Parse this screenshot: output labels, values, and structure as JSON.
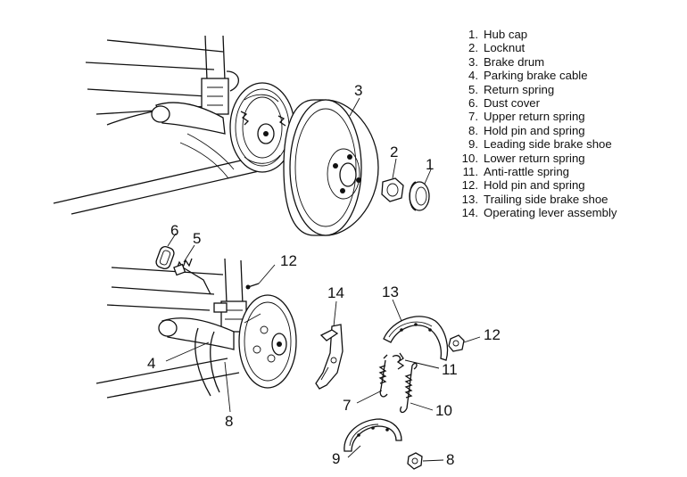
{
  "legend": [
    {
      "num": "1.",
      "label": "Hub cap"
    },
    {
      "num": "2.",
      "label": "Locknut"
    },
    {
      "num": "3.",
      "label": "Brake drum"
    },
    {
      "num": "4.",
      "label": "Parking brake cable"
    },
    {
      "num": "5.",
      "label": "Return spring"
    },
    {
      "num": "6.",
      "label": "Dust cover"
    },
    {
      "num": "7.",
      "label": "Upper return spring"
    },
    {
      "num": "8.",
      "label": "Hold pin and spring"
    },
    {
      "num": "9.",
      "label": "Leading side brake shoe"
    },
    {
      "num": "10.",
      "label": "Lower return spring"
    },
    {
      "num": "11.",
      "label": "Anti-rattle spring"
    },
    {
      "num": "12.",
      "label": "Hold pin and spring"
    },
    {
      "num": "13.",
      "label": "Trailing side brake shoe"
    },
    {
      "num": "14.",
      "label": "Operating lever assembly"
    }
  ],
  "callouts": {
    "c1": "1",
    "c2": "2",
    "c3": "3",
    "c4": "4",
    "c5": "5",
    "c6": "6",
    "c7": "7",
    "c8a": "8",
    "c8b": "8",
    "c9": "9",
    "c10": "10",
    "c11": "11",
    "c12a": "12",
    "c12b": "12",
    "c13": "13",
    "c14": "14"
  }
}
